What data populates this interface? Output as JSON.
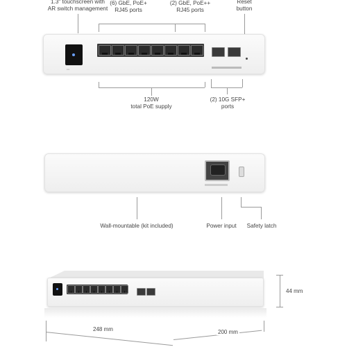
{
  "labels": {
    "touchscreen": [
      "1.3\" touchscreen with",
      "AR switch management"
    ],
    "gbe_poe": [
      "(6) GbE, PoE+",
      "RJ45 ports"
    ],
    "gbe_poe_plus": [
      "(2) GbE, PoE++",
      "RJ45 ports"
    ],
    "reset": [
      "Reset",
      "button"
    ],
    "poe_supply": [
      "120W",
      "total PoE supply"
    ],
    "sfp": [
      "(2) 10G SFP+",
      "ports"
    ],
    "wall_mount": "Wall-mountable (kit included)",
    "power_input": "Power input",
    "safety_latch": "Safety latch"
  },
  "dimensions": {
    "height": "44 mm",
    "width": "248 mm",
    "depth": "200 mm"
  },
  "colors": {
    "device_body": "#f5f5f5",
    "screen_accent": "#6aa0ff",
    "port": "#2b2b2b"
  }
}
